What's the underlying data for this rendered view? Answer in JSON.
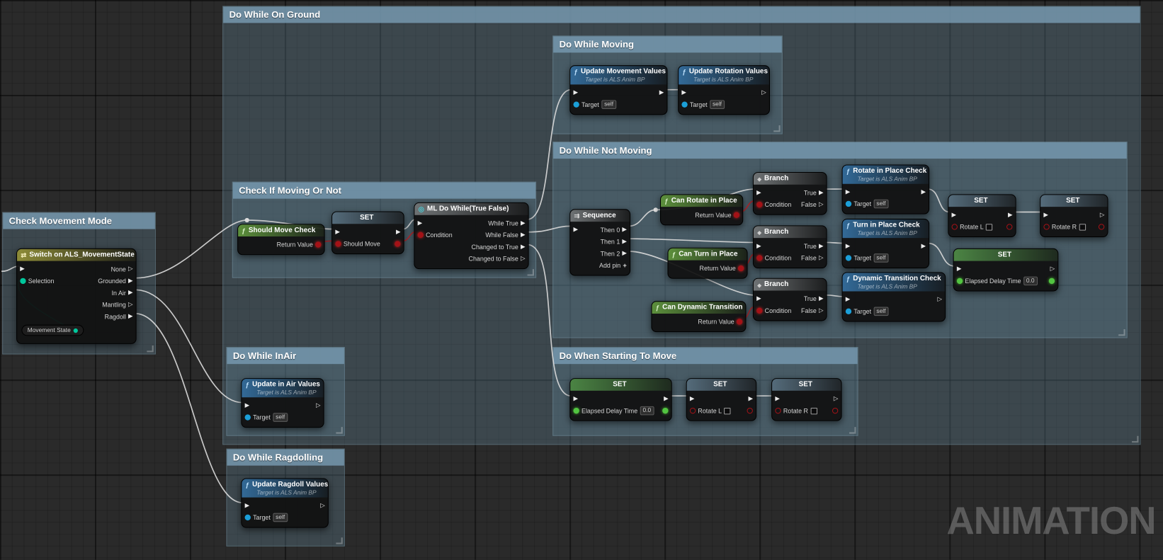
{
  "watermark": "ANIMATION",
  "colors": {
    "exec_wire": "#d8d8d8",
    "bool_pin": "#a31217",
    "object_pin": "#1b9fd8",
    "float_pin": "#52c441",
    "enum_pin": "#00c79c",
    "comment_fill": "#688a9e",
    "background": "#2a2a2a"
  },
  "comments": {
    "on_ground": "Do While On Ground",
    "moving": "Do While Moving",
    "not_moving": "Do While Not Moving",
    "check_moving": "Check If Moving Or Not",
    "movement_mode": "Check Movement Mode",
    "in_air": "Do While InAir",
    "ragdolling": "Do While Ragdolling",
    "starting_move": "Do When Starting To Move"
  },
  "common": {
    "set": "SET",
    "branch": "Branch",
    "condition": "Condition",
    "true_label": "True",
    "false_label": "False",
    "target": "Target",
    "self_value": "self",
    "target_subtitle": "Target is ALS Anim BP",
    "return_value": "Return Value",
    "elapsed": "Elapsed Delay Time",
    "zero_value": "0.0",
    "rotate_l": "Rotate L",
    "rotate_r": "Rotate R",
    "then0": "Then 0",
    "then1": "Then 1",
    "then2": "Then 2",
    "add_pin": "Add pin"
  },
  "nodes": {
    "switch": {
      "title": "Switch on ALS_MovementState",
      "selection": "Selection",
      "none": "None",
      "grounded": "Grounded",
      "in_air": "In Air",
      "mantling": "Mantling",
      "ragdoll": "Ragdoll",
      "variable": "Movement State"
    },
    "should_move_check": {
      "title": "Should Move Check"
    },
    "set_should_move": {
      "pin": "Should Move"
    },
    "ml_do_while": {
      "title": "ML Do While(True False)",
      "while_true": "While True",
      "while_false": "While False",
      "changed_to_true": "Changed to True",
      "changed_to_false": "Changed to False"
    },
    "update_movement": {
      "title": "Update Movement Values"
    },
    "update_rotation": {
      "title": "Update Rotation Values"
    },
    "sequence": {
      "title": "Sequence"
    },
    "can_rotate": {
      "title": "Can Rotate in Place"
    },
    "can_turn": {
      "title": "Can Turn in Place"
    },
    "can_dynamic": {
      "title": "Can Dynamic Transition"
    },
    "rotate_check": {
      "title": "Rotate in Place Check"
    },
    "turn_check": {
      "title": "Turn in Place Check"
    },
    "dynamic_check": {
      "title": "Dynamic Transition Check"
    },
    "update_in_air": {
      "title": "Update in Air Values"
    },
    "update_ragdoll": {
      "title": "Update Ragdoll Values"
    }
  }
}
